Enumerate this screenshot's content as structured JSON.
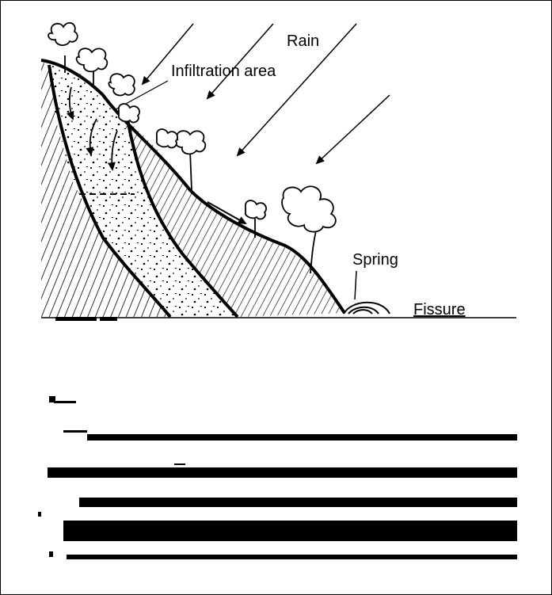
{
  "diagram": {
    "labels": {
      "rain": "Rain",
      "infiltration_area": "Infiltration area",
      "spring": "Spring",
      "fissure": "Fissure"
    }
  }
}
